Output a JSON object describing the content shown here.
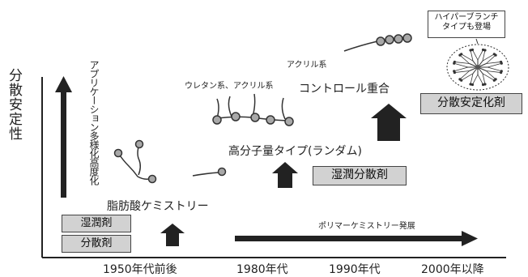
{
  "y_axis_label": "分散安定性",
  "applications_label": "アプリケーション多様化高度化",
  "era_labels": [
    "1950年代前後",
    "1980年代",
    "1990年代",
    "2000年以降"
  ],
  "boxes": {
    "wetting_agent": "湿潤剤",
    "dispersant": "分散剤",
    "wetting_dispersant": "湿潤分散剤",
    "dispersion_stabilizer": "分散安定化剤"
  },
  "stages": {
    "fatty_acid": "脂肪酸ケミストリー",
    "high_mw": "高分子量タイプ(ランダム)",
    "controlled": "コントロール重合"
  },
  "labels": {
    "urethane_acrylic": "ウレタン系、アクリル系",
    "acrylic": "アクリル系",
    "polymer_development": "ポリマーケミストリー発展",
    "hyperbranch_line1": "ハイパーブランチ",
    "hyperbranch_line2": "タイプも登場"
  },
  "colors": {
    "ink": "#222222",
    "box_fill": "#d2d2d2",
    "bead": "#a8a8a8"
  }
}
